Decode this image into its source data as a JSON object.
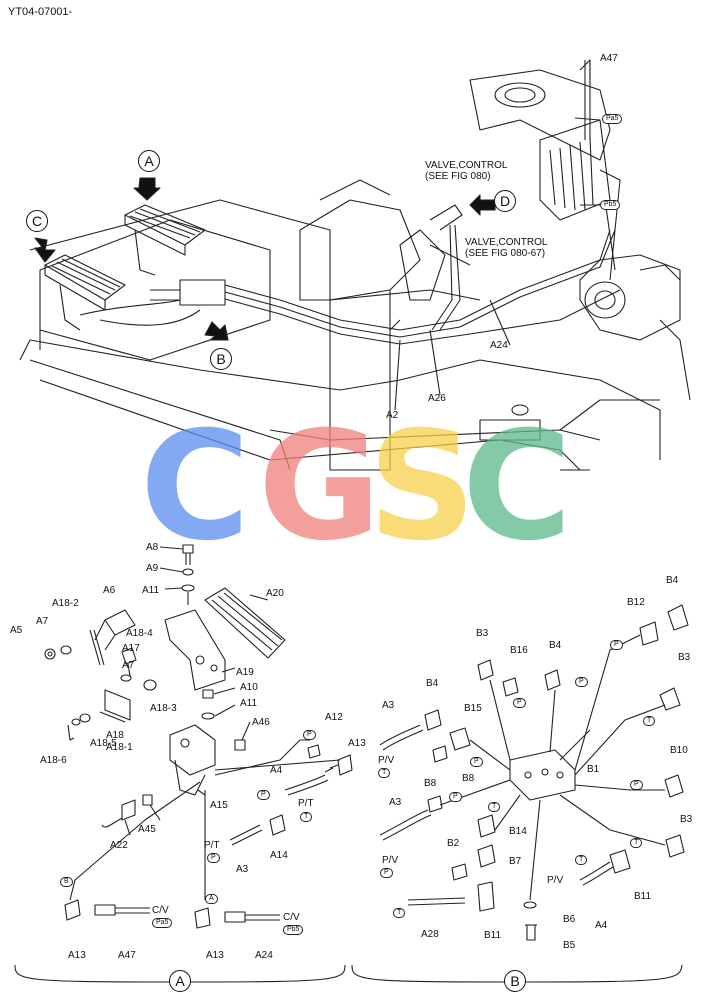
{
  "doc_id": "YT04-07001-",
  "watermark": {
    "letters": [
      "C",
      "G",
      "S",
      "C"
    ],
    "colors": [
      "#5b8def",
      "#f0807a",
      "#f7cf4a",
      "#5db98a"
    ]
  },
  "top_view": {
    "view_markers": [
      "A",
      "B",
      "C",
      "D"
    ],
    "notes": [
      "VALVE,CONTROL\n(SEE FIG 080)",
      "VALVE,CONTROL\n(SEE FIG 080-67)"
    ],
    "part_labels": [
      "A47",
      "Pa5",
      "Pb5",
      "A24",
      "A26",
      "A2"
    ]
  },
  "detail_a": {
    "section_label": "A",
    "labels": [
      "A8",
      "A9",
      "A11",
      "A6",
      "A20",
      "A18-2",
      "A5",
      "A7",
      "A18-4",
      "A17",
      "A7",
      "A19",
      "A10",
      "A11",
      "A18",
      "A18-1",
      "A18-3",
      "A18-5",
      "A46",
      "A12",
      "A13",
      "A18-6",
      "A4",
      "P/T",
      "A15",
      "A45",
      "A22",
      "P/T",
      "A14",
      "A3",
      "C/V",
      "A13",
      "A47",
      "A13",
      "C/V",
      "A24"
    ],
    "tags": [
      "P",
      "T",
      "P",
      "P",
      "B",
      "A",
      "Pa5",
      "Pb5"
    ]
  },
  "detail_b": {
    "section_label": "B",
    "labels": [
      "B4",
      "B12",
      "B3",
      "B16",
      "B4",
      "B3",
      "A3",
      "B4",
      "B15",
      "B10",
      "P/V",
      "B8",
      "B8",
      "B1",
      "A3",
      "B3",
      "B2",
      "B14",
      "B7",
      "P/V",
      "B11",
      "P/V",
      "B6",
      "A4",
      "A28",
      "B11",
      "B5"
    ],
    "tags": [
      "P",
      "P",
      "P",
      "T",
      "P",
      "T",
      "P",
      "T",
      "P",
      "T",
      "T",
      "P",
      "T"
    ]
  }
}
